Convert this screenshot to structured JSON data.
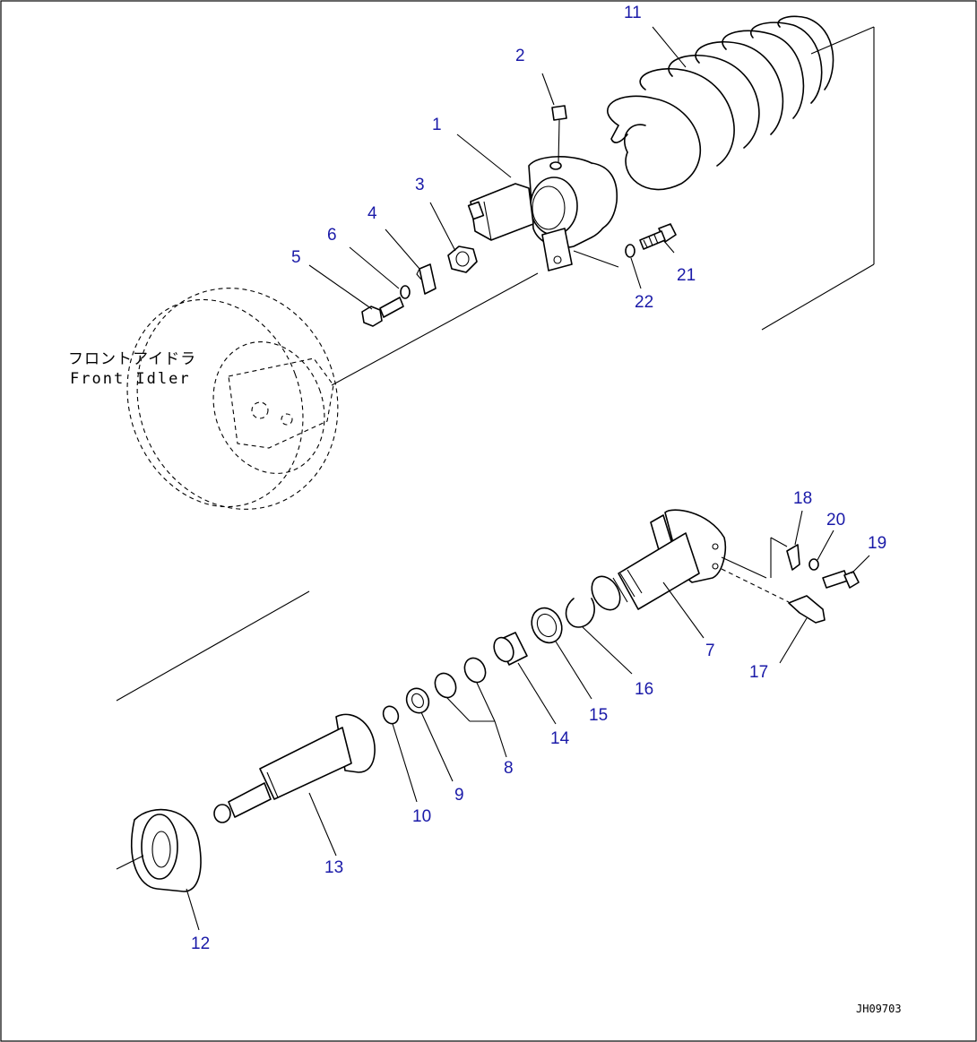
{
  "diagram": {
    "front_idler_label_jp": "フロントアイドラ",
    "front_idler_label_en": "Front Idler",
    "drawing_code": "JH09703",
    "callouts": [
      {
        "id": "1",
        "text": "1"
      },
      {
        "id": "2",
        "text": "2"
      },
      {
        "id": "3",
        "text": "3"
      },
      {
        "id": "4",
        "text": "4"
      },
      {
        "id": "5",
        "text": "5"
      },
      {
        "id": "6",
        "text": "6"
      },
      {
        "id": "7",
        "text": "7"
      },
      {
        "id": "8",
        "text": "8"
      },
      {
        "id": "9",
        "text": "9"
      },
      {
        "id": "10",
        "text": "10"
      },
      {
        "id": "11",
        "text": "11"
      },
      {
        "id": "12",
        "text": "12"
      },
      {
        "id": "13",
        "text": "13"
      },
      {
        "id": "14",
        "text": "14"
      },
      {
        "id": "15",
        "text": "15"
      },
      {
        "id": "16",
        "text": "16"
      },
      {
        "id": "17",
        "text": "17"
      },
      {
        "id": "18",
        "text": "18"
      },
      {
        "id": "19",
        "text": "19"
      },
      {
        "id": "20",
        "text": "20"
      },
      {
        "id": "21",
        "text": "21"
      },
      {
        "id": "22",
        "text": "22"
      }
    ],
    "colors": {
      "callout": "#1a1aa8",
      "ink": "#000000",
      "background": "#ffffff"
    }
  }
}
